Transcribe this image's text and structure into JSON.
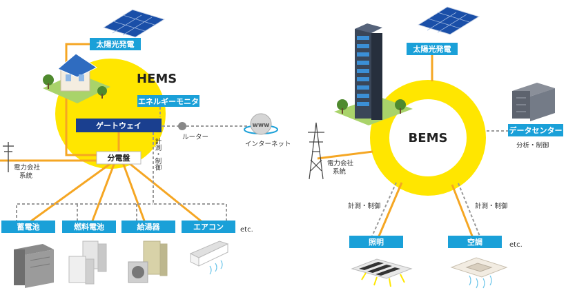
{
  "hems": {
    "title": "HEMS",
    "solar_label": "太陽光発電",
    "monitor_label": "エネルギーモニタ",
    "gateway_label": "ゲートウェイ",
    "router_label": "ルーター",
    "internet_label": "インターネット",
    "www_label": "www",
    "measure_label": "計測・制御",
    "distribution_label": "分電盤",
    "grid_label": "電力会社系統",
    "appliances": [
      {
        "label": "蓄電池"
      },
      {
        "label": "燃料電池"
      },
      {
        "label": "給湯器"
      },
      {
        "label": "エアコン"
      }
    ],
    "etc_label": "etc."
  },
  "bems": {
    "title": "BEMS",
    "solar_label": "太陽光発電",
    "datacenter_label": "データセンター",
    "analysis_label": "分析・制御",
    "grid_label": "電力会社系統",
    "measure_left_label": "計測・制御",
    "measure_right_label": "計測・制御",
    "lighting_label": "照明",
    "aircon_label": "空調",
    "etc_label": "etc."
  },
  "colors": {
    "accent_blue": "#1aa0d8",
    "yellow": "#ffe600",
    "orange": "#f5a623",
    "navy": "#1a3f8f",
    "dash_gray": "#999999"
  }
}
